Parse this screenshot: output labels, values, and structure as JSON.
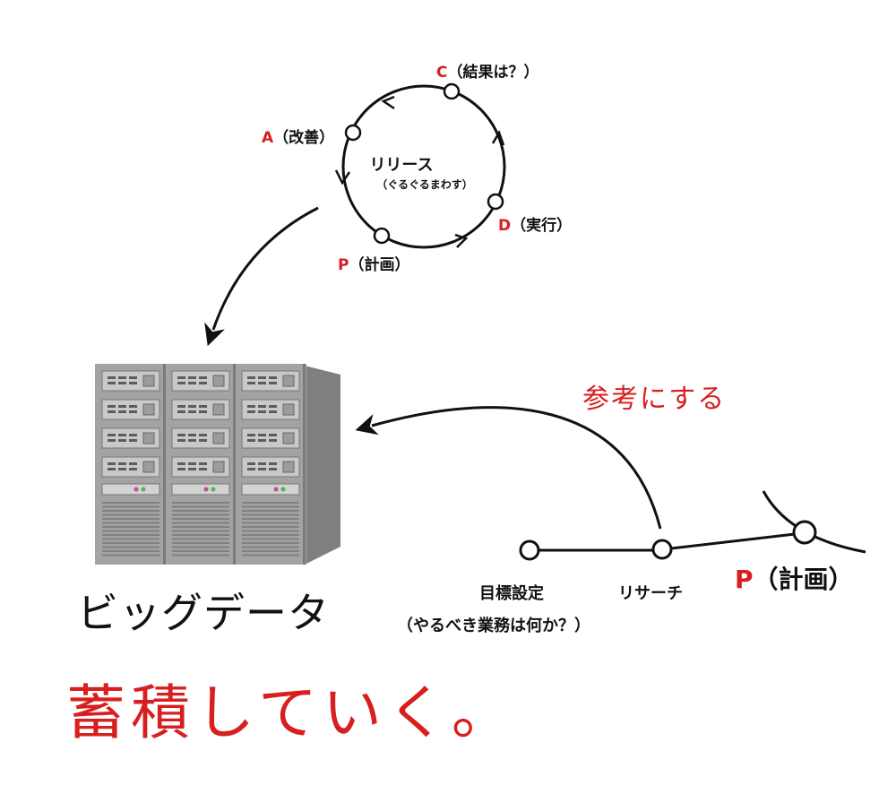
{
  "cycle": {
    "title": "リリース",
    "subtitle": "（ぐるぐるまわす）",
    "c_letter": "C",
    "c_text": "（結果は？）",
    "a_letter": "A",
    "a_text": "（改善）",
    "d_letter": "D",
    "d_text": "（実行）",
    "p_letter": "P",
    "p_text": "（計画）"
  },
  "timeline": {
    "goal": "目標設定",
    "goal_sub": "（やるべき業務は何か？）",
    "research": "リサーチ",
    "plan_letter": "P",
    "plan_text": "（計画）"
  },
  "server": {
    "label": "ビッグデータ"
  },
  "reference_label": "参考にする",
  "accumulate_label": "蓄積していく。",
  "colors": {
    "accent_red": "#d81e1e",
    "line": "#111111",
    "server_gray": "#9a9a9a"
  }
}
